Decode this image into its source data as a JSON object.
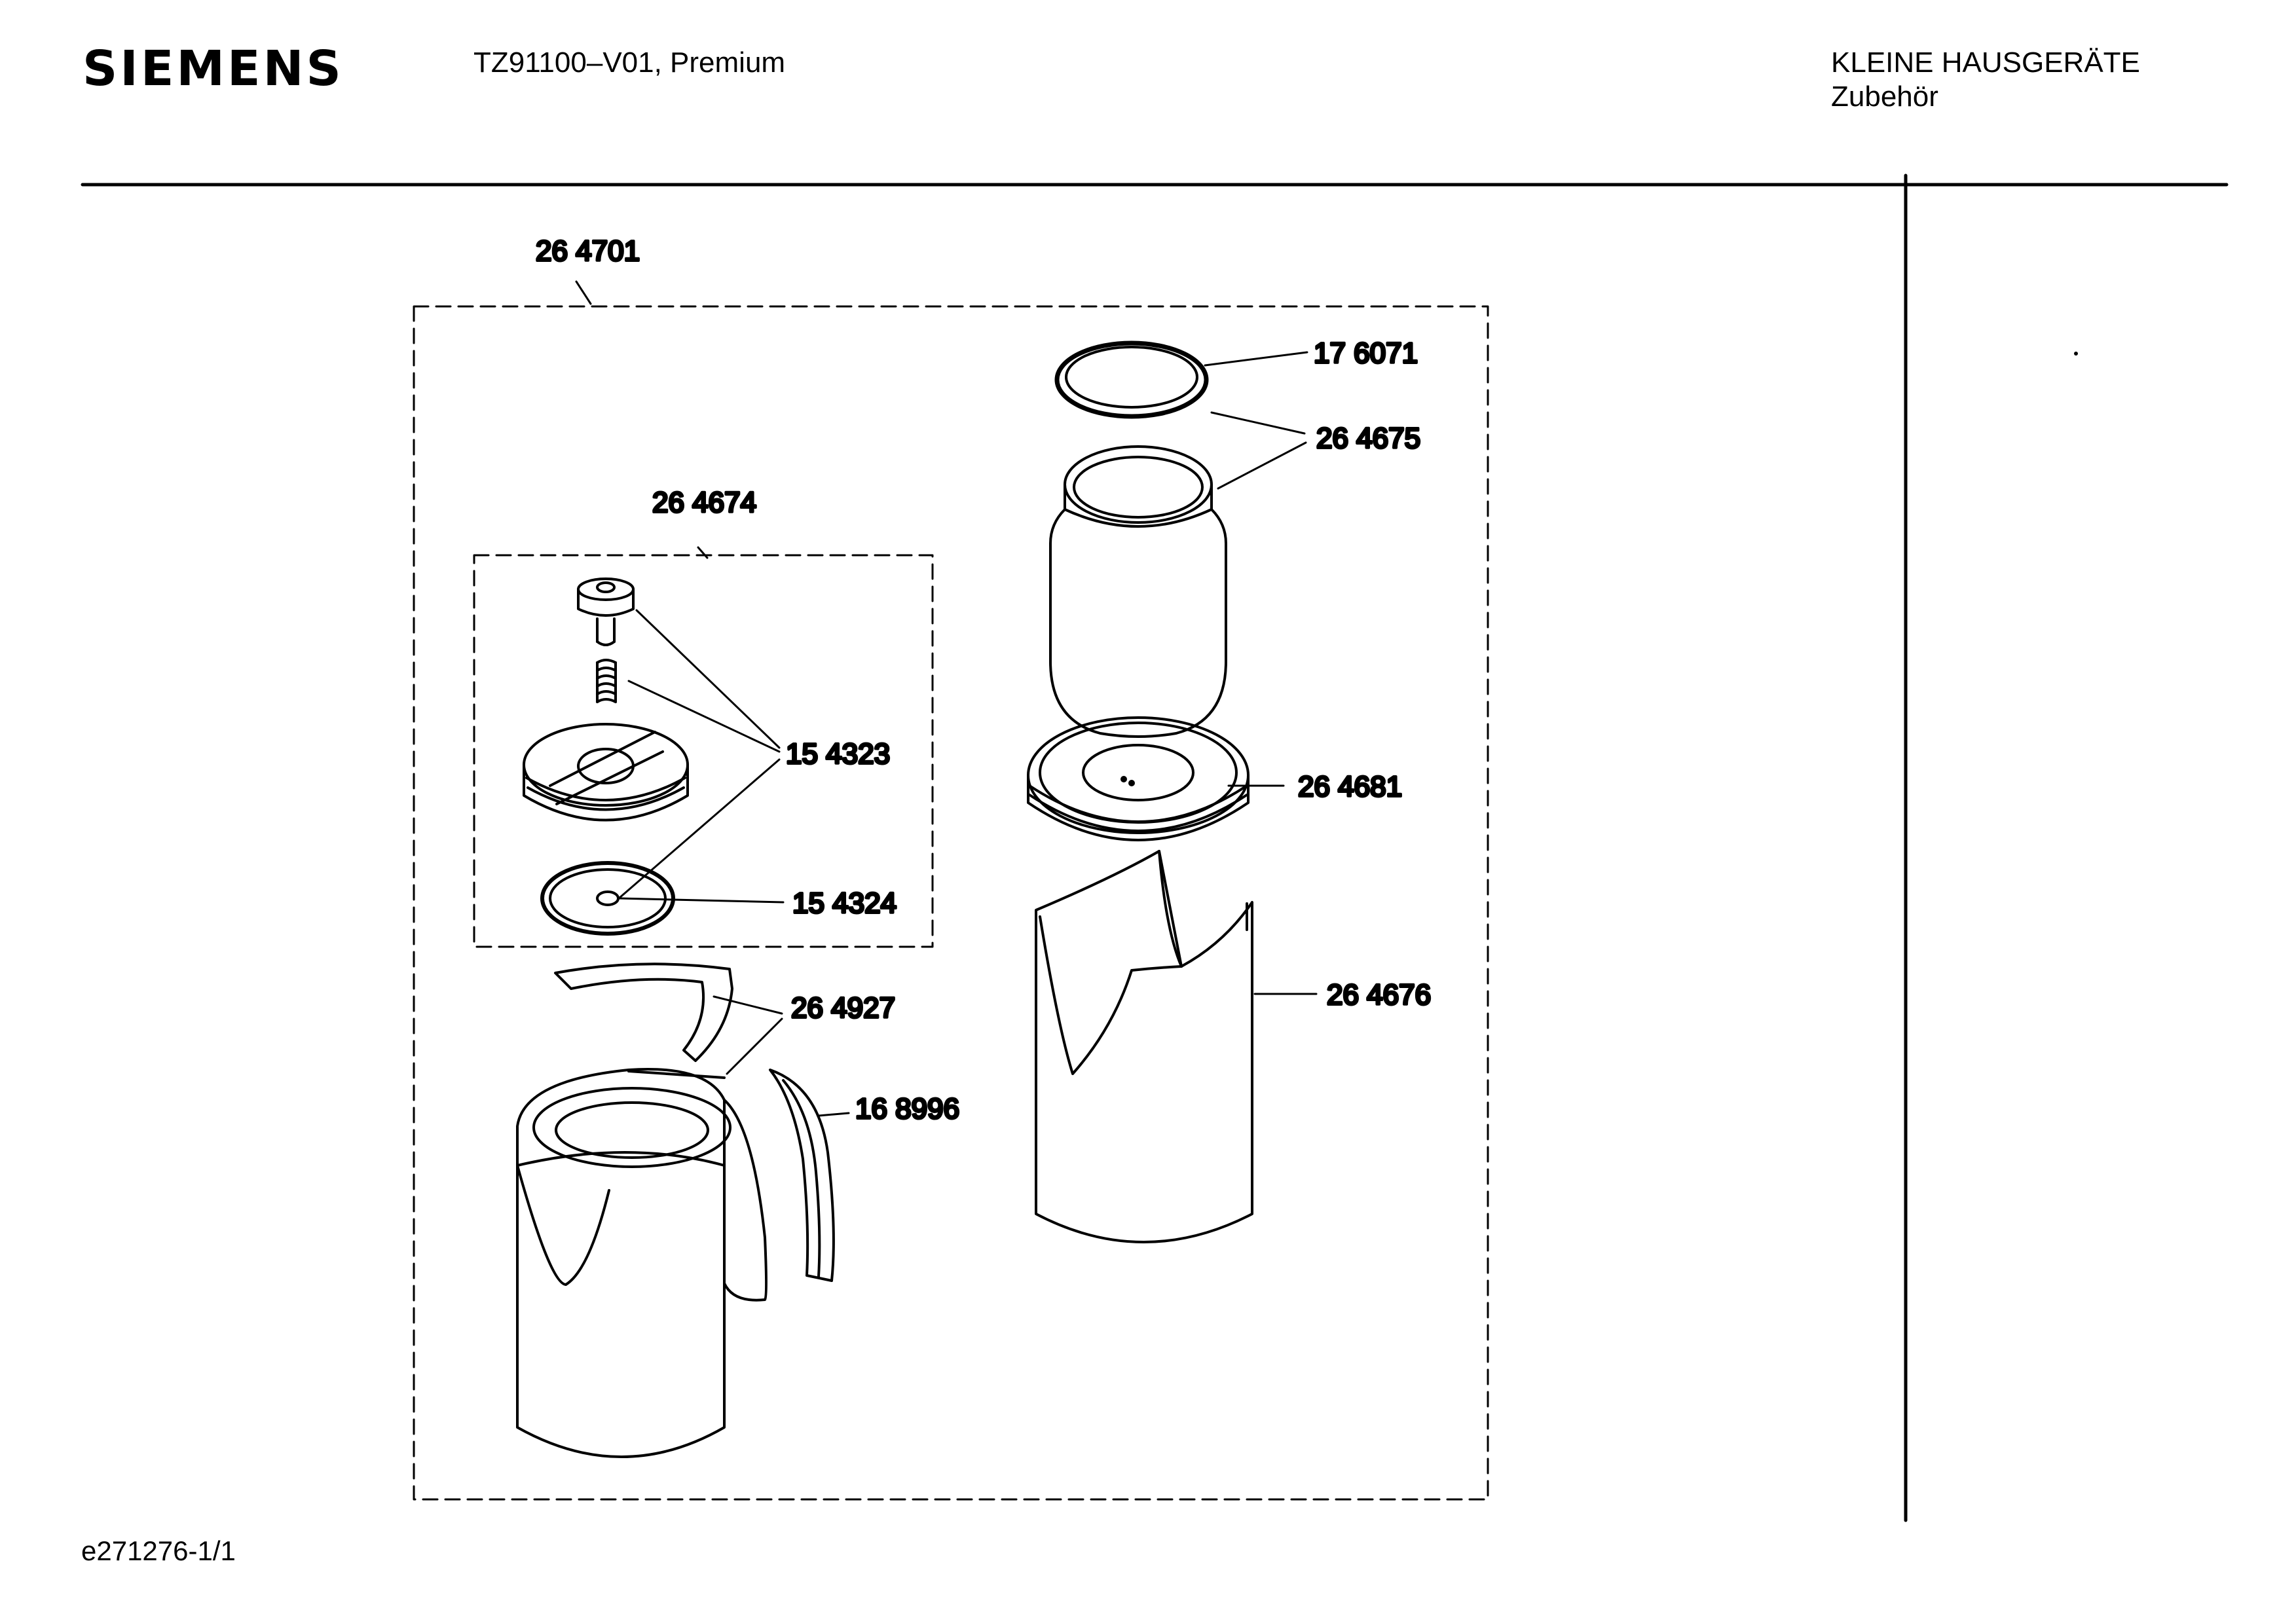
{
  "header": {
    "brand": "SIEMENS",
    "model": "TZ91100–V01, Premium",
    "category": "KLEINE HAUSGERÄTE",
    "subcategory": "Zubehör"
  },
  "diagram": {
    "part_labels": {
      "assembly": "26 4701",
      "lid_assembly": "26 4674",
      "seal_ring": "17 6071",
      "insert": "26 4675",
      "base_ring": "26 4681",
      "valve_parts": "15 4323",
      "valve_disc": "15 4324",
      "outer_shell": "26 4676",
      "shell_clip": "26 4927",
      "handle_strip": "16 8996"
    }
  },
  "footer": {
    "drawing_id": "e271276-1/1"
  }
}
